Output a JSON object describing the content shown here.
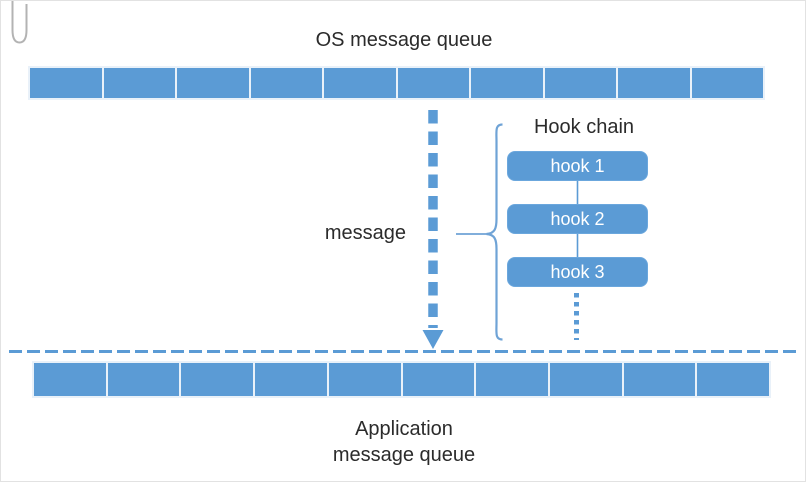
{
  "colors": {
    "accent_blue": "#5b9bd5",
    "line_blue": "#6fa3d6",
    "bar_halo": "#e9f1f9",
    "text_dark": "#2b2b2b",
    "hook_text": "#ffffff",
    "paperclip_gray": "#b3b3b3",
    "page_border": "#e2e2e2"
  },
  "top_queue": {
    "label": "OS message queue",
    "segments": 10
  },
  "flow": {
    "message_label": "message"
  },
  "hook_chain": {
    "title": "Hook chain",
    "hooks": [
      "hook 1",
      "hook 2",
      "hook 3"
    ]
  },
  "bottom_queue": {
    "label_line1": "Application",
    "label_line2": "message queue",
    "segments": 10
  }
}
